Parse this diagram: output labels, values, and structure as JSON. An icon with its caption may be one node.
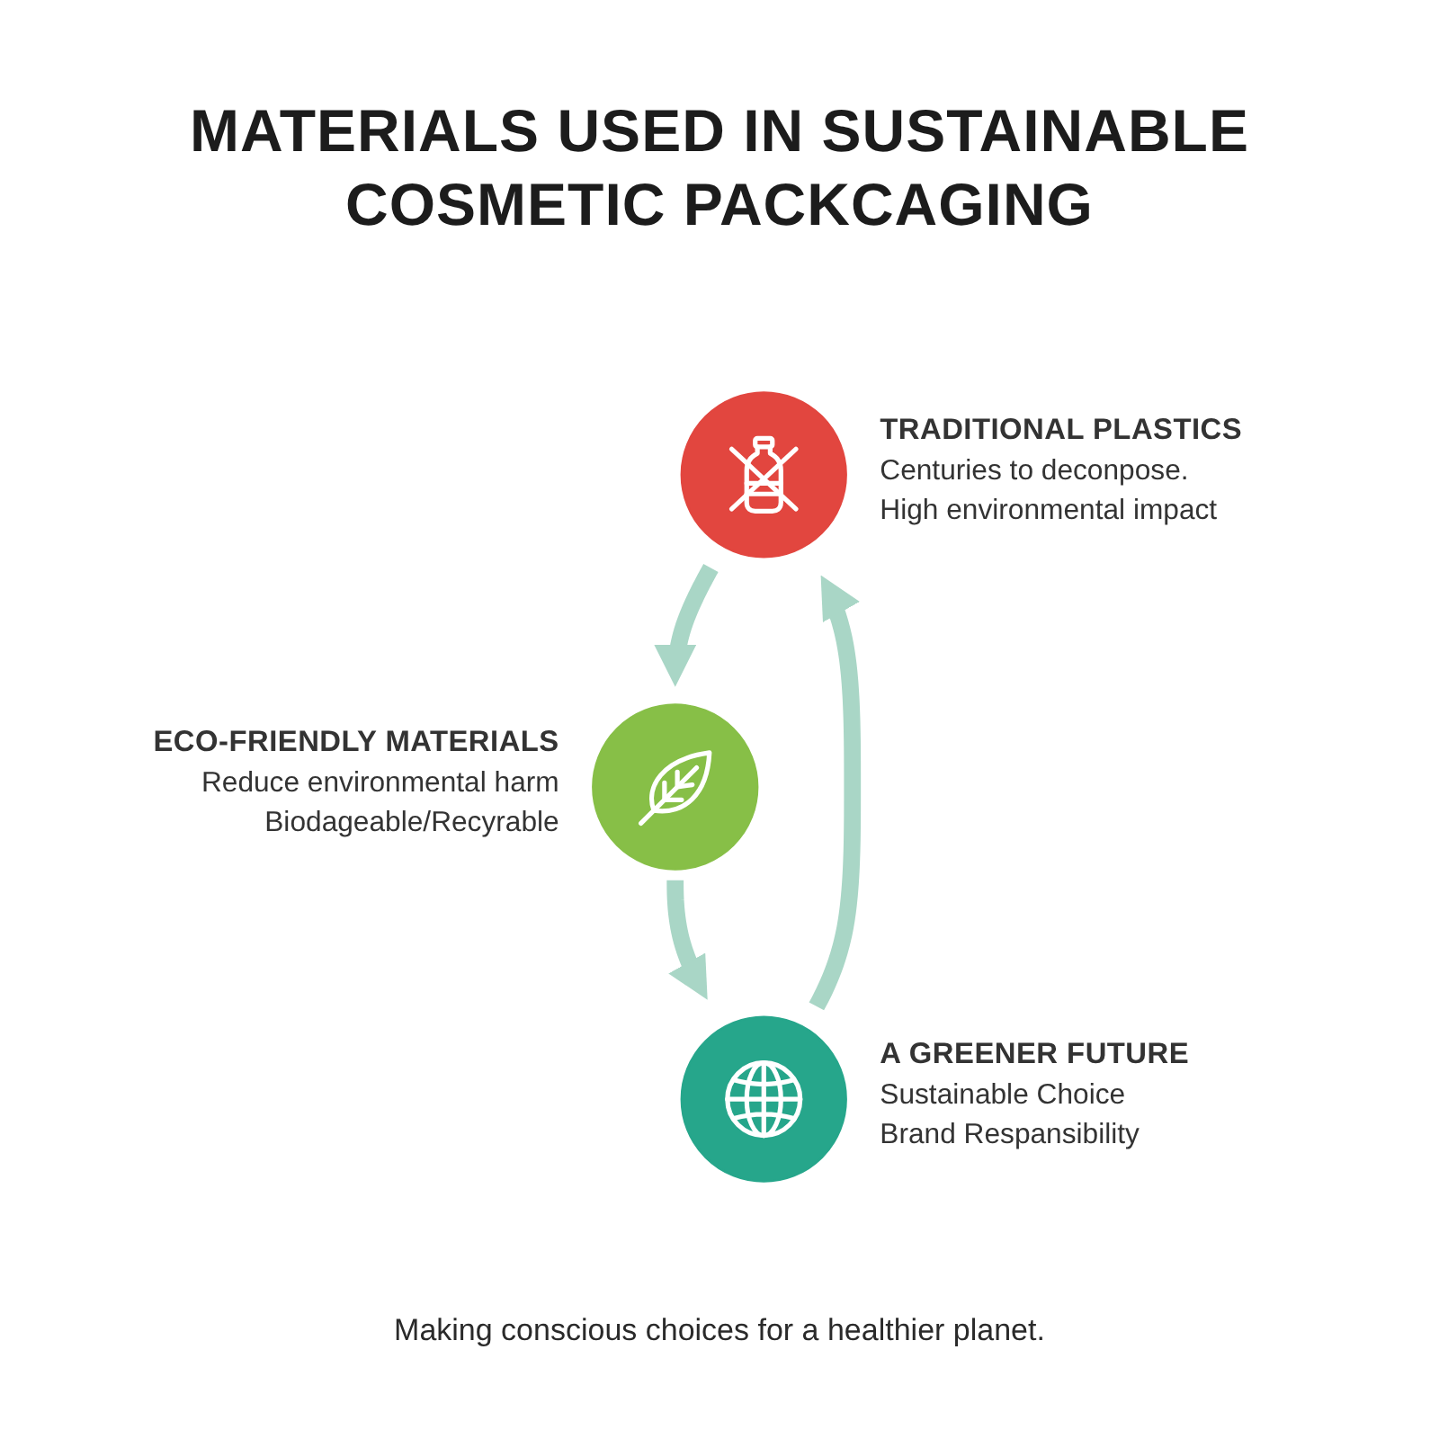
{
  "diagram": {
    "title": "MATERIALS USED IN SUSTAINABLE COSMETIC PACKCAGING",
    "caption": "Making conscious choices for a healthier planet.",
    "nodes": [
      {
        "text": [],
        "shape": "circle",
        "beside": [
          "TRADITIONAL PLASTICS",
          "Centuries to deconpose.",
          "High environmental impact"
        ]
      },
      {
        "text": [],
        "shape": "circle",
        "beside": [
          "ECO-FRIENDLY MATERIALS",
          "Reduce environmental harm",
          "Biodageable/Recyrable"
        ]
      },
      {
        "text": [],
        "shape": "circle",
        "beside": [
          "A GREENER FUTURE",
          "Sustainable Choice",
          "Brand Respansibility"
        ]
      }
    ],
    "edges": [
      {
        "from": 0,
        "to": 1,
        "arrow": "to"
      },
      {
        "from": 1,
        "to": 2,
        "arrow": "to"
      },
      {
        "from": 2,
        "to": 0,
        "arrow": "to"
      }
    ]
  }
}
